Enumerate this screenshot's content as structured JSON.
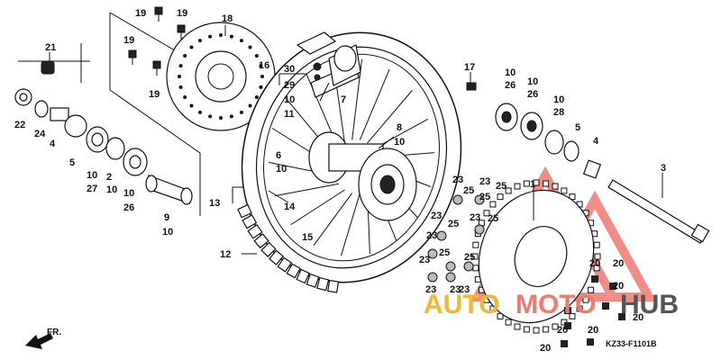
{
  "diagram": {
    "drawing_code": "KZ33-F1101B",
    "direction_label": "FR.",
    "watermark": {
      "part_a": "AUTO",
      "part_b": "MOTO",
      "part_c": "HUB"
    },
    "colors": {
      "watermark_yellow": "#f2b636",
      "watermark_red": "#f07a72",
      "watermark_dark": "#555555"
    },
    "part_labels": [
      {
        "id": "l19a",
        "text": "19"
      },
      {
        "id": "l19b",
        "text": "19"
      },
      {
        "id": "l19c",
        "text": "19"
      },
      {
        "id": "l19d",
        "text": "19"
      },
      {
        "id": "l18",
        "text": "18"
      },
      {
        "id": "l21",
        "text": "21"
      },
      {
        "id": "l16",
        "text": "16"
      },
      {
        "id": "l30",
        "text": "30"
      },
      {
        "id": "l29",
        "text": "29"
      },
      {
        "id": "l10a",
        "text": "10"
      },
      {
        "id": "l11",
        "text": "11"
      },
      {
        "id": "l7",
        "text": "7"
      },
      {
        "id": "l8",
        "text": "8"
      },
      {
        "id": "l10b",
        "text": "10"
      },
      {
        "id": "l17",
        "text": "17"
      },
      {
        "id": "l10c",
        "text": "10"
      },
      {
        "id": "l26a",
        "text": "26"
      },
      {
        "id": "l10d",
        "text": "10"
      },
      {
        "id": "l26b",
        "text": "26"
      },
      {
        "id": "l10e",
        "text": "10"
      },
      {
        "id": "l28",
        "text": "28"
      },
      {
        "id": "l5a",
        "text": "5"
      },
      {
        "id": "l4a",
        "text": "4"
      },
      {
        "id": "l22",
        "text": "22"
      },
      {
        "id": "l24",
        "text": "24"
      },
      {
        "id": "l4b",
        "text": "4"
      },
      {
        "id": "l5b",
        "text": "5"
      },
      {
        "id": "l10f",
        "text": "10"
      },
      {
        "id": "l27",
        "text": "27"
      },
      {
        "id": "l2",
        "text": "2"
      },
      {
        "id": "l10g",
        "text": "10"
      },
      {
        "id": "l10h",
        "text": "10"
      },
      {
        "id": "l26c",
        "text": "26"
      },
      {
        "id": "l6",
        "text": "6"
      },
      {
        "id": "l10i",
        "text": "10"
      },
      {
        "id": "l9",
        "text": "9"
      },
      {
        "id": "l10j",
        "text": "10"
      },
      {
        "id": "l13",
        "text": "13"
      },
      {
        "id": "l14",
        "text": "14"
      },
      {
        "id": "l12",
        "text": "12"
      },
      {
        "id": "l15",
        "text": "15"
      },
      {
        "id": "l3",
        "text": "3"
      },
      {
        "id": "l1",
        "text": "1"
      },
      {
        "id": "l23a",
        "text": "23"
      },
      {
        "id": "l25a",
        "text": "25"
      },
      {
        "id": "l23b",
        "text": "23"
      },
      {
        "id": "l25b",
        "text": "25"
      },
      {
        "id": "l25c",
        "text": "25"
      },
      {
        "id": "l23c",
        "text": "23"
      },
      {
        "id": "l25d",
        "text": "25"
      },
      {
        "id": "l23d",
        "text": "23"
      },
      {
        "id": "l25e",
        "text": "25"
      },
      {
        "id": "l23e",
        "text": "23"
      },
      {
        "id": "l23f",
        "text": "23"
      },
      {
        "id": "l25f",
        "text": "25"
      },
      {
        "id": "l23g",
        "text": "23"
      },
      {
        "id": "l25g",
        "text": "25"
      },
      {
        "id": "l23h",
        "text": "23"
      },
      {
        "id": "l23i",
        "text": "23"
      },
      {
        "id": "l20a",
        "text": "20"
      },
      {
        "id": "l20b",
        "text": "20"
      },
      {
        "id": "l20c",
        "text": "20"
      },
      {
        "id": "l20d",
        "text": "20"
      },
      {
        "id": "l20e",
        "text": "20"
      },
      {
        "id": "l20f",
        "text": "20"
      },
      {
        "id": "l20g",
        "text": "20"
      }
    ]
  }
}
